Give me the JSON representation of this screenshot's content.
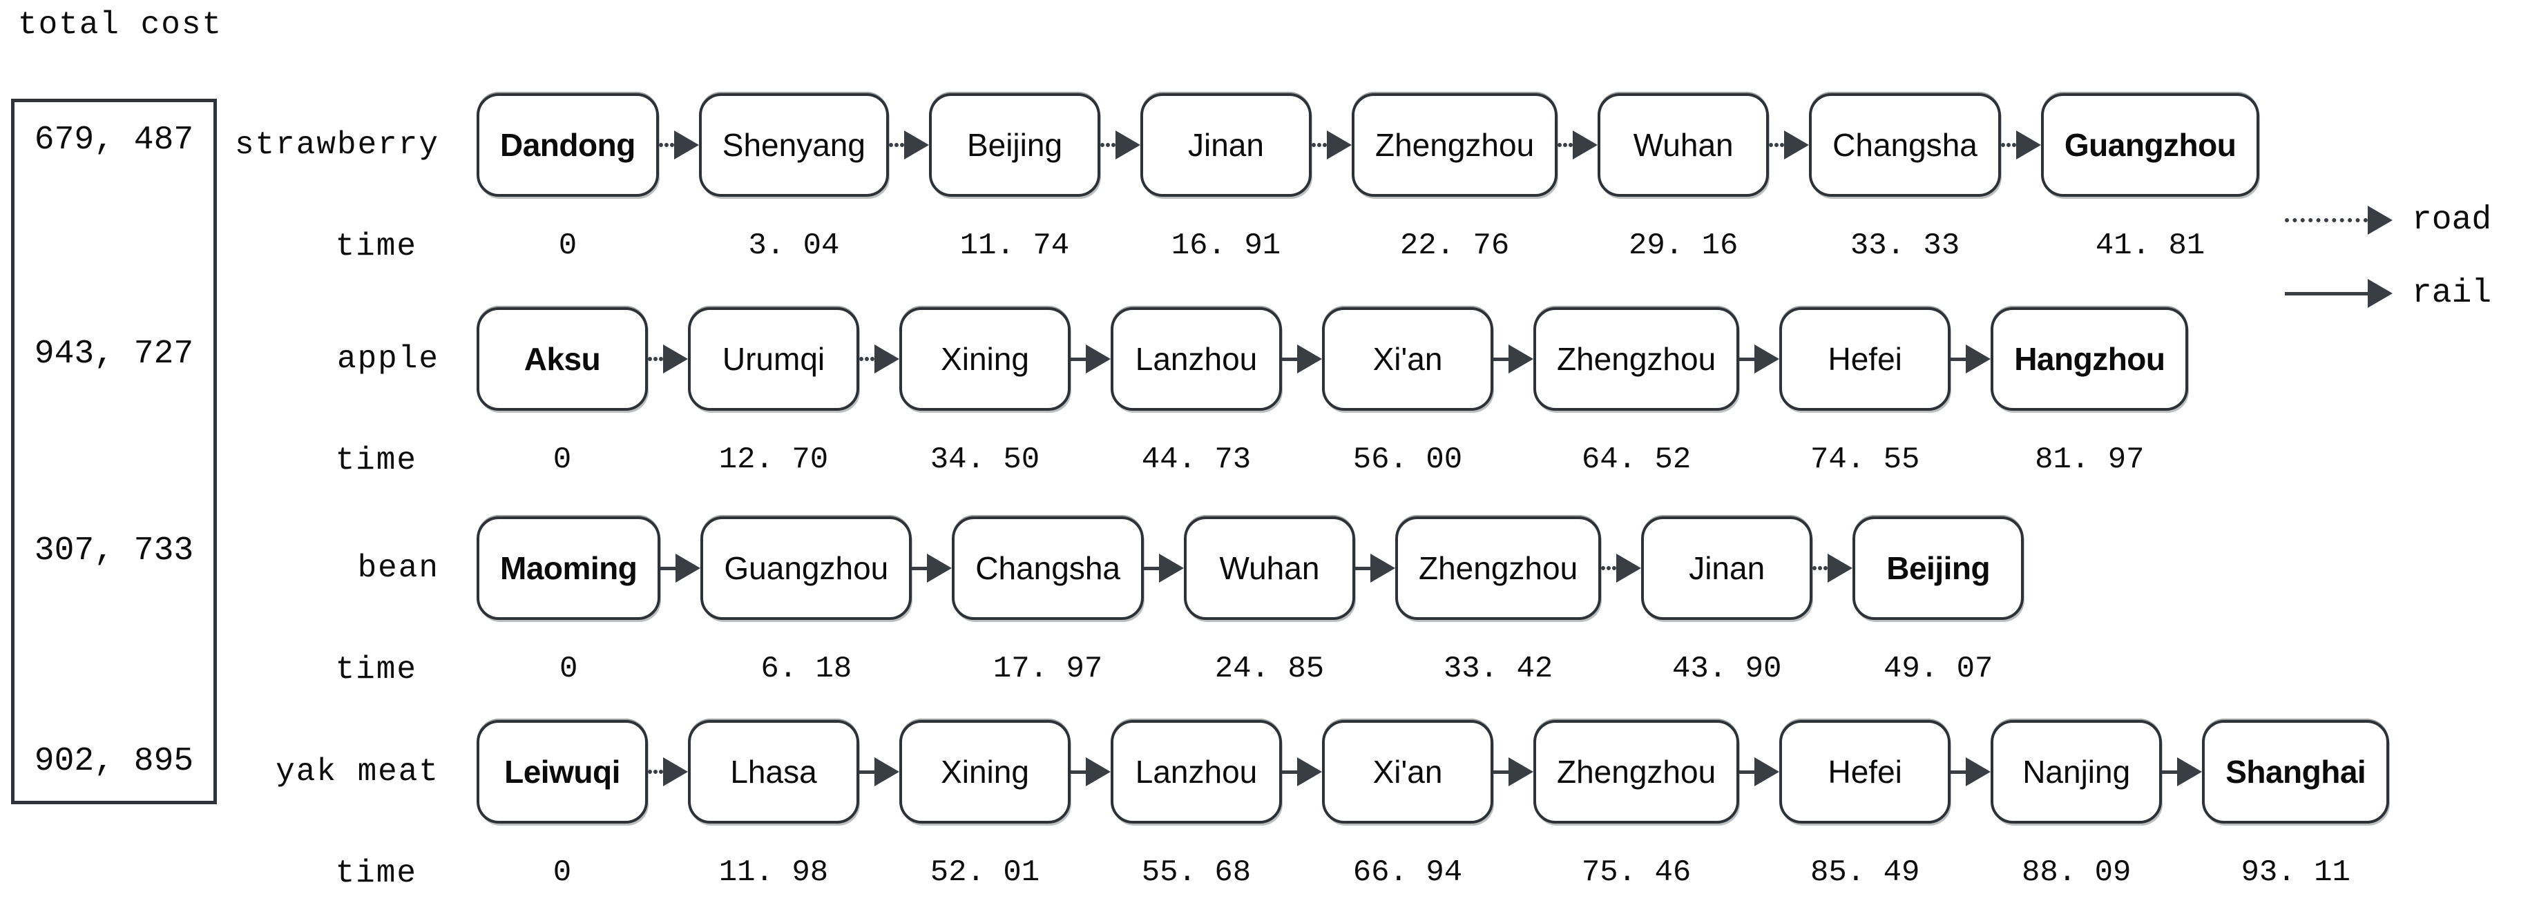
{
  "title": "total cost",
  "time_label": "time",
  "colors": {
    "line": "#383e44",
    "box_border": "#2c3237",
    "text": "#0d0d0d"
  },
  "legend": {
    "items": [
      {
        "label": "road",
        "style": "dotted"
      },
      {
        "label": "rail",
        "style": "solid"
      }
    ]
  },
  "routes": [
    {
      "product": "strawberry",
      "total_cost": "679, 487",
      "stations": [
        {
          "city": "Dandong",
          "bold": true,
          "time": "0"
        },
        {
          "city": "Shenyang",
          "bold": false,
          "time": "3. 04"
        },
        {
          "city": "Beijing",
          "bold": false,
          "time": "11. 74"
        },
        {
          "city": "Jinan",
          "bold": false,
          "time": "16. 91"
        },
        {
          "city": "Zhengzhou",
          "bold": false,
          "time": "22. 76"
        },
        {
          "city": "Wuhan",
          "bold": false,
          "time": "29. 16"
        },
        {
          "city": "Changsha",
          "bold": false,
          "time": "33. 33"
        },
        {
          "city": "Guangzhou",
          "bold": true,
          "time": "41. 81"
        }
      ],
      "links": [
        "road",
        "road",
        "road",
        "road",
        "road",
        "road",
        "road"
      ]
    },
    {
      "product": "apple",
      "total_cost": "943, 727",
      "stations": [
        {
          "city": "Aksu",
          "bold": true,
          "time": "0"
        },
        {
          "city": "Urumqi",
          "bold": false,
          "time": "12. 70"
        },
        {
          "city": "Xining",
          "bold": false,
          "time": "34. 50"
        },
        {
          "city": "Lanzhou",
          "bold": false,
          "time": "44. 73"
        },
        {
          "city": "Xi'an",
          "bold": false,
          "time": "56. 00"
        },
        {
          "city": "Zhengzhou",
          "bold": false,
          "time": "64. 52"
        },
        {
          "city": "Hefei",
          "bold": false,
          "time": "74. 55"
        },
        {
          "city": "Hangzhou",
          "bold": true,
          "time": "81. 97"
        }
      ],
      "links": [
        "road",
        "road",
        "rail",
        "rail",
        "rail",
        "rail",
        "rail"
      ]
    },
    {
      "product": "bean",
      "total_cost": "307, 733",
      "stations": [
        {
          "city": "Maoming",
          "bold": true,
          "time": "0"
        },
        {
          "city": "Guangzhou",
          "bold": false,
          "time": "6. 18"
        },
        {
          "city": "Changsha",
          "bold": false,
          "time": "17. 97"
        },
        {
          "city": "Wuhan",
          "bold": false,
          "time": "24. 85"
        },
        {
          "city": "Zhengzhou",
          "bold": false,
          "time": "33. 42"
        },
        {
          "city": "Jinan",
          "bold": false,
          "time": "43. 90"
        },
        {
          "city": "Beijing",
          "bold": true,
          "time": "49. 07"
        }
      ],
      "links": [
        "rail",
        "rail",
        "rail",
        "rail",
        "road",
        "road"
      ]
    },
    {
      "product": "yak meat",
      "total_cost": "902, 895",
      "stations": [
        {
          "city": "Leiwuqi",
          "bold": true,
          "time": "0"
        },
        {
          "city": "Lhasa",
          "bold": false,
          "time": "11. 98"
        },
        {
          "city": "Xining",
          "bold": false,
          "time": "52. 01"
        },
        {
          "city": "Lanzhou",
          "bold": false,
          "time": "55. 68"
        },
        {
          "city": "Xi'an",
          "bold": false,
          "time": "66. 94"
        },
        {
          "city": "Zhengzhou",
          "bold": false,
          "time": "75. 46"
        },
        {
          "city": "Hefei",
          "bold": false,
          "time": "85. 49"
        },
        {
          "city": "Nanjing",
          "bold": false,
          "time": "88. 09"
        },
        {
          "city": "Shanghai",
          "bold": true,
          "time": "93. 11"
        }
      ],
      "links": [
        "road",
        "rail",
        "rail",
        "rail",
        "rail",
        "rail",
        "rail",
        "rail"
      ]
    }
  ]
}
